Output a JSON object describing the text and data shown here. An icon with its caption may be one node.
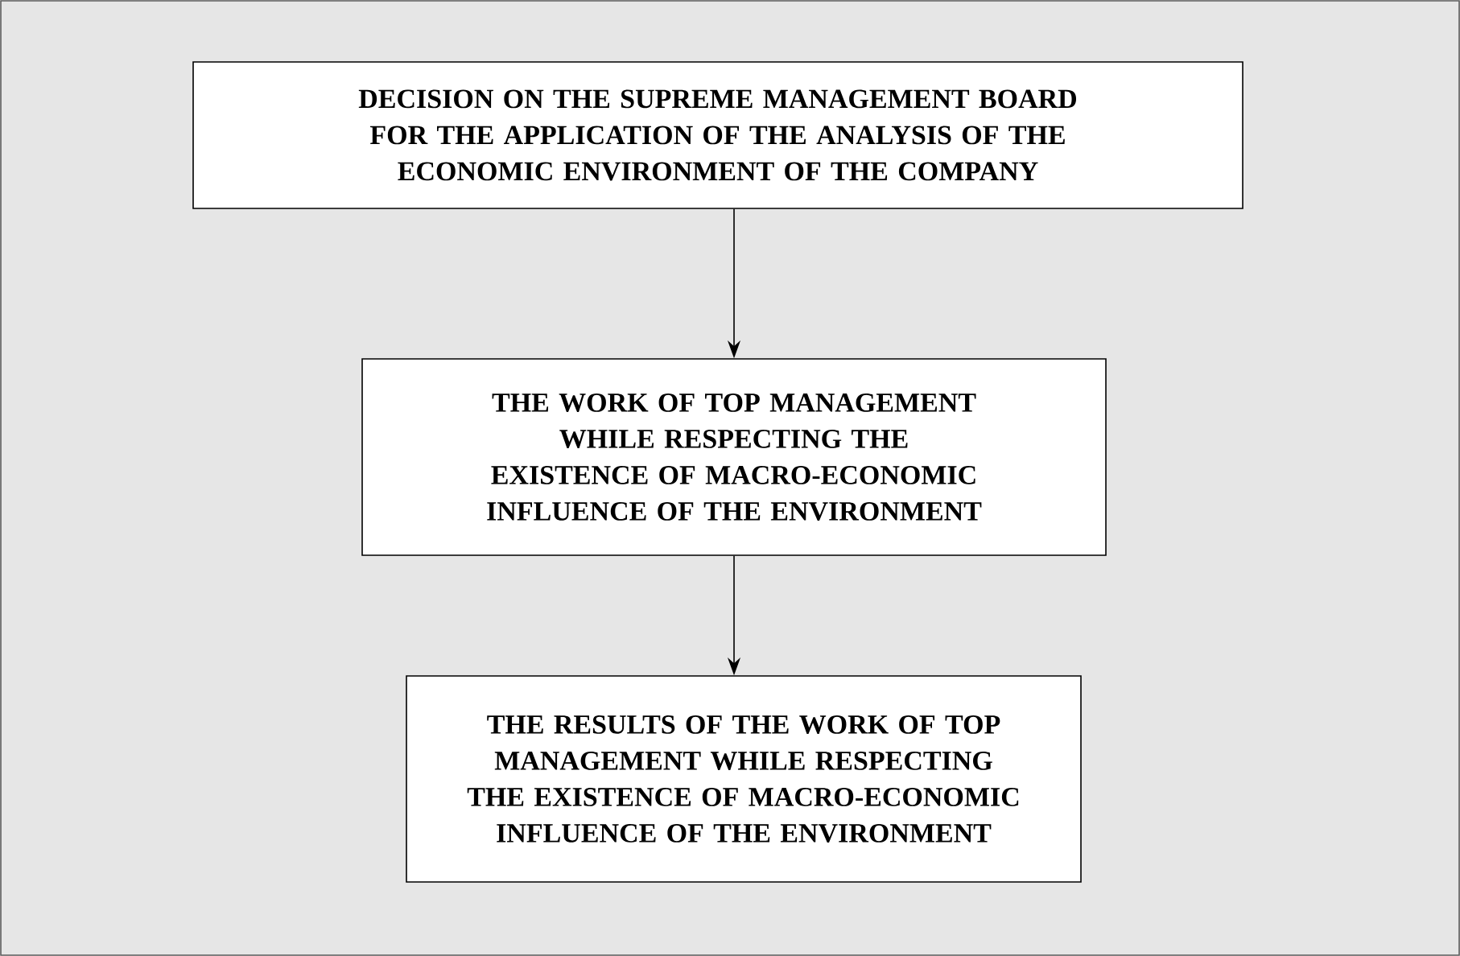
{
  "diagram": {
    "nodes": [
      {
        "text": [
          "DECISION ON THE SUPREME MANAGEMENT BOARD FOR THE APPLICATION OF THE ANALYSIS OF THE ECONOMIC ENVIRONMENT OF THE COMPANY"
        ]
      },
      {
        "text": [
          "THE WORK OF TOP MANAGEMENT WHILE RESPECTING THE EXISTENCE OF MACRO-ECONOMIC INFLUENCE OF THE ENVIRONMENT"
        ]
      },
      {
        "text": [
          "THE RESULTS OF THE WORK OF TOP MANAGEMENT WHILE RESPECTING THE EXISTENCE OF MACRO-ECONOMIC INFLUENCE OF THE ENVIRONMENT"
        ]
      }
    ],
    "edges": [
      {
        "from": 0,
        "to": 1,
        "arrow": "to"
      },
      {
        "from": 1,
        "to": 2,
        "arrow": "to"
      }
    ]
  }
}
